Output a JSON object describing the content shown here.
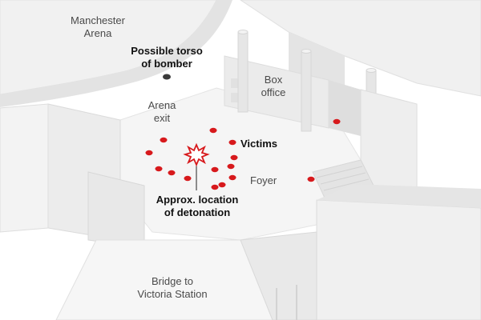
{
  "labels": {
    "manchester_arena": [
      "Manchester",
      "Arena"
    ],
    "torso": [
      "Possible torso",
      "of bomber"
    ],
    "box_office": [
      "Box",
      "office"
    ],
    "arena_exit": [
      "Arena",
      "exit"
    ],
    "victims": "Victims",
    "foyer": "Foyer",
    "detonation": [
      "Approx. location",
      "of detonation"
    ],
    "bridge": [
      "Bridge to",
      "Victoria Station"
    ]
  },
  "colors": {
    "victim_marker": "#d7191c",
    "detonation_marker": "#d7191c",
    "torso_marker": "#3a3a3a",
    "building": "#efefef",
    "floor": "#f4f4f4",
    "shadow": "#dcdcdc"
  },
  "markers": {
    "victim_count": 15,
    "detonation_icon": "explosion-burst-icon",
    "torso_icon": "dot-marker-icon"
  }
}
